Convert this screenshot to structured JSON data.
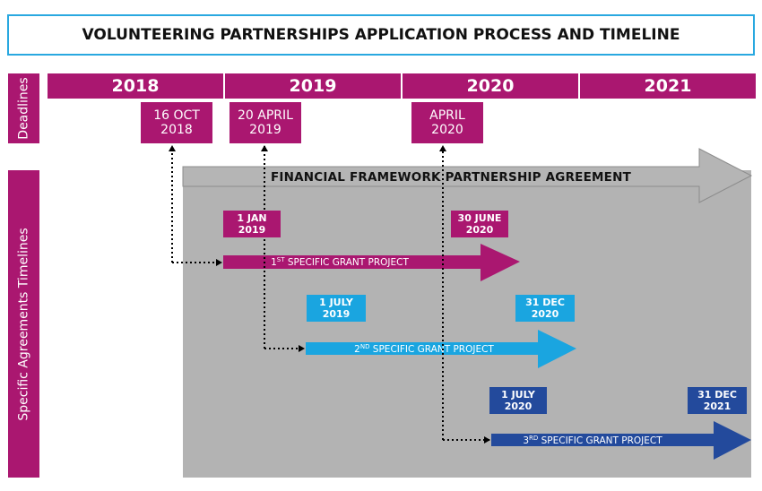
{
  "title": "VOLUNTEERING PARTNERSHIPS APPLICATION PROCESS AND TIMELINE",
  "side_labels": {
    "deadlines": "Deadlines",
    "specific": "Specific Agreements Timelines"
  },
  "years": [
    "2018",
    "2019",
    "2020",
    "2021"
  ],
  "deadlines": [
    {
      "line1": "16 OCT",
      "line2": "2018"
    },
    {
      "line1": "20 APRIL",
      "line2": "2019"
    },
    {
      "line1": "APRIL",
      "line2": "2020"
    }
  ],
  "framework": {
    "label": "FINANCIAL FRAMEWORK PARTNERSHIP AGREEMENT"
  },
  "projects": [
    {
      "prefix": "1",
      "sup": "ST",
      "suffix": " SPECIFIC GRANT PROJECT",
      "start": {
        "line1": "1 JAN",
        "line2": "2019"
      },
      "end": {
        "line1": "30 JUNE",
        "line2": "2020"
      },
      "color": "#aa1770"
    },
    {
      "prefix": "2",
      "sup": "ND",
      "suffix": " SPECIFIC GRANT PROJECT",
      "start": {
        "line1": "1 JULY",
        "line2": "2019"
      },
      "end": {
        "line1": "31 DEC",
        "line2": "2020"
      },
      "color": "#1aa5e0"
    },
    {
      "prefix": "3",
      "sup": "RD",
      "suffix": " SPECIFIC GRANT PROJECT",
      "start": {
        "line1": "1 JULY",
        "line2": "2020"
      },
      "end": {
        "line1": "31 DEC",
        "line2": "2021"
      },
      "color": "#234a9c"
    }
  ],
  "colors": {
    "magenta": "#aa1770",
    "cyan": "#1aa5e0",
    "navy": "#234a9c",
    "gray": "#b3b3b3",
    "title_border": "#29a8e0"
  }
}
